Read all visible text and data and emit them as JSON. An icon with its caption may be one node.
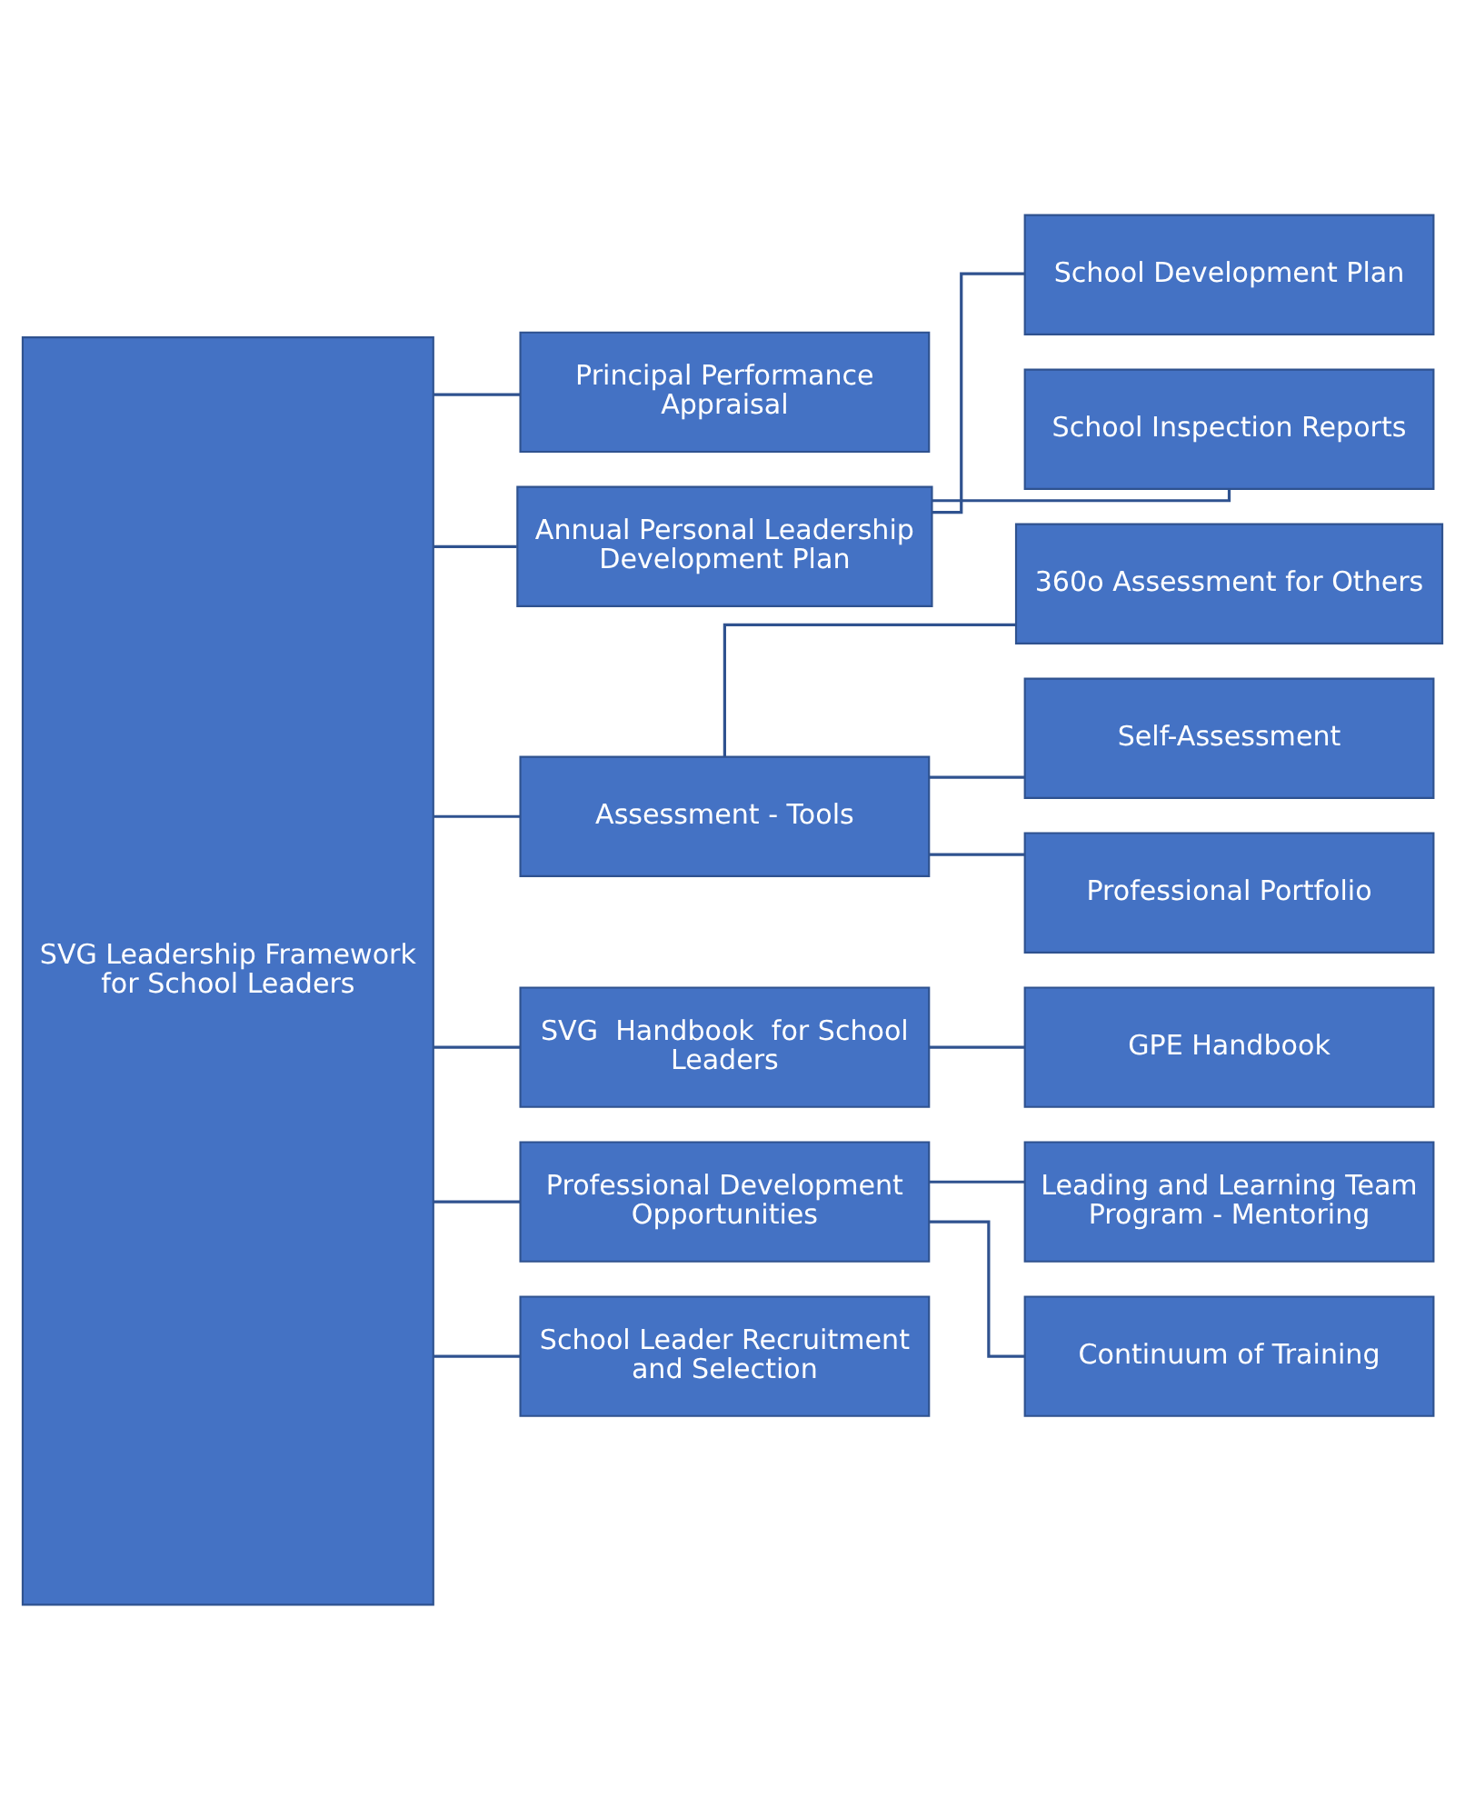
{
  "diagram": {
    "nodes": [
      {
        "text": [
          "SVG Leadership Framework for School Leaders"
        ]
      },
      {
        "text": [
          "Principal Performance Appraisal"
        ]
      },
      {
        "text": [
          "Annual Personal Leadership Development Plan"
        ]
      },
      {
        "text": [
          "School Development Plan"
        ]
      },
      {
        "text": [
          "School Inspection Reports"
        ]
      },
      {
        "text": [
          "Assessment - Tools"
        ]
      },
      {
        "text": [
          "360o Assessment for Others"
        ]
      },
      {
        "text": [
          "Self-Assessment"
        ]
      },
      {
        "text": [
          "Professional Portfolio"
        ]
      },
      {
        "text": [
          "SVG  Handbook  for School Leaders"
        ]
      },
      {
        "text": [
          "GPE Handbook"
        ]
      },
      {
        "text": [
          "Professional Development Opportunities"
        ]
      },
      {
        "text": [
          "Leading and Learning Team Program - Mentoring"
        ]
      },
      {
        "text": [
          "Continuum of Training"
        ]
      },
      {
        "text": [
          "School Leader Recruitment and Selection"
        ]
      }
    ],
    "edges": [
      {
        "from": 0,
        "to": 1,
        "arrow": "none"
      },
      {
        "from": 0,
        "to": 2,
        "arrow": "none"
      },
      {
        "from": 2,
        "to": 3,
        "arrow": "none"
      },
      {
        "from": 2,
        "to": 4,
        "arrow": "none"
      },
      {
        "from": 0,
        "to": 5,
        "arrow": "none"
      },
      {
        "from": 5,
        "to": 6,
        "arrow": "none"
      },
      {
        "from": 5,
        "to": 7,
        "arrow": "none"
      },
      {
        "from": 5,
        "to": 8,
        "arrow": "none"
      },
      {
        "from": 0,
        "to": 9,
        "arrow": "none"
      },
      {
        "from": 9,
        "to": 10,
        "arrow": "none"
      },
      {
        "from": 0,
        "to": 11,
        "arrow": "none"
      },
      {
        "from": 11,
        "to": 12,
        "arrow": "none"
      },
      {
        "from": 11,
        "to": 13,
        "arrow": "none"
      },
      {
        "from": 0,
        "to": 14,
        "arrow": "none"
      }
    ]
  }
}
